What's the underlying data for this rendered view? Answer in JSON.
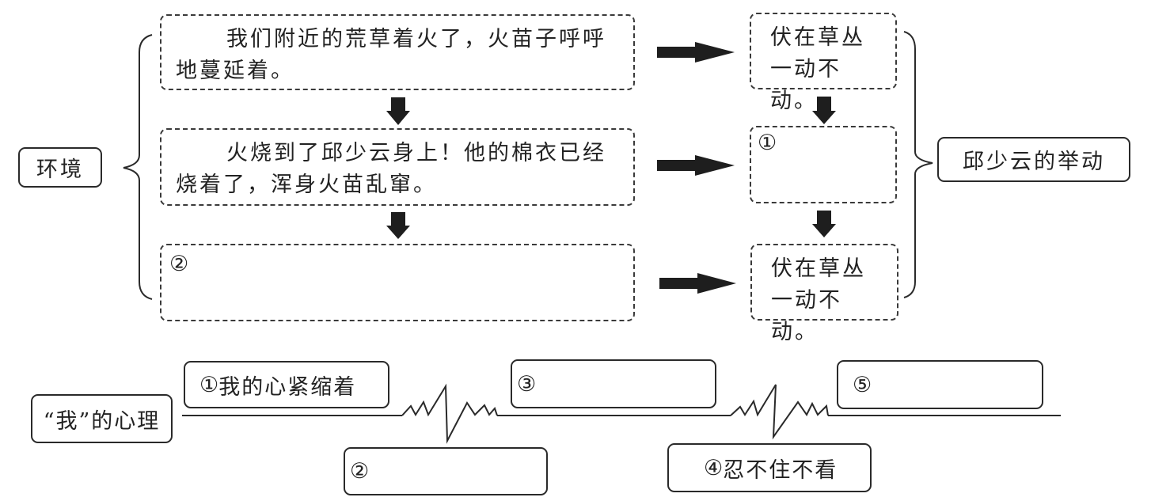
{
  "environment": {
    "label": "环境",
    "events": [
      "我们附近的荒草着火了，火苗子呼呼地蔓延着。",
      "火烧到了邱少云身上！他的棉衣已经烧着了，浑身火苗乱窜。",
      "②"
    ]
  },
  "actions": {
    "label": "邱少云的举动",
    "items": [
      "伏在草丛一动不动。",
      "①",
      "伏在草丛一动不动。"
    ]
  },
  "psychology": {
    "label": "“我”的心理",
    "stages": [
      {
        "number": "①",
        "text": "我的心紧缩着"
      },
      {
        "number": "②",
        "text": ""
      },
      {
        "number": "③",
        "text": ""
      },
      {
        "number": "④",
        "text": "忍不住不看"
      },
      {
        "number": "⑤",
        "text": ""
      }
    ]
  }
}
